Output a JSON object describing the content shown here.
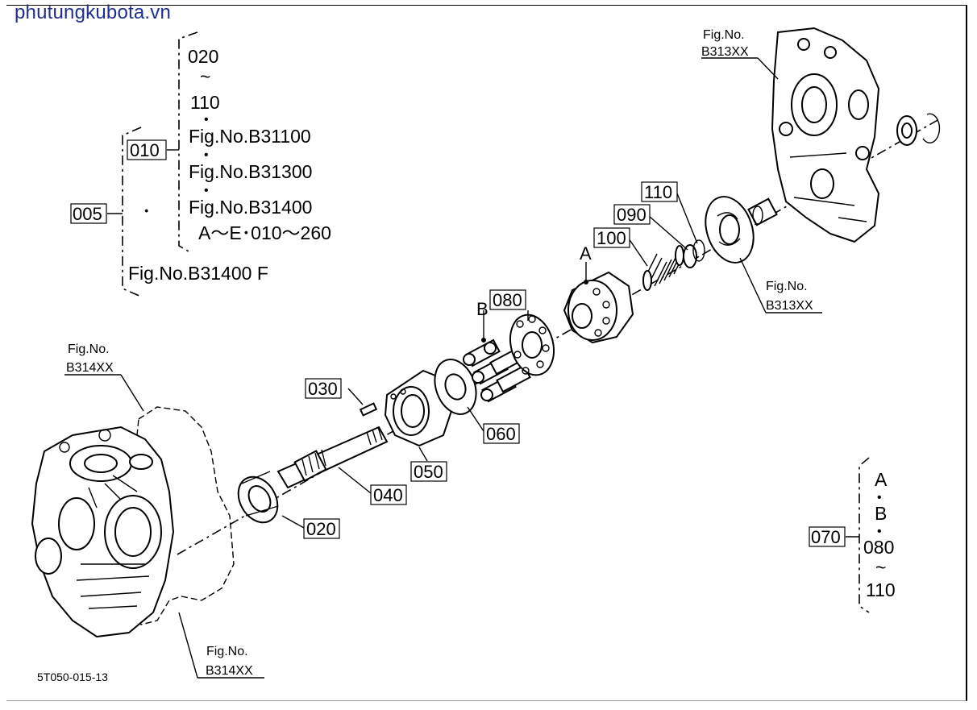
{
  "watermark": "phutungkubota.vn",
  "code": "5T050-015-13",
  "callouts": {
    "c005": "005",
    "c010": "010",
    "c020": "020",
    "c030": "030",
    "c040": "040",
    "c050": "050",
    "c060": "060",
    "c070": "070",
    "c080": "080",
    "c090": "090",
    "c100": "100",
    "c110": "110"
  },
  "bracket_010": {
    "range_from": "020",
    "tilde": "~",
    "range_to": "110",
    "dot": "•",
    "fig1": "Fig.No.B31100",
    "fig2": "Fig.No.B31300",
    "fig3": "Fig.No.B31400",
    "range2": "A～E･010～260"
  },
  "bracket_005": {
    "dot": "･",
    "fig": "Fig.No.B31400  F"
  },
  "bracket_070": {
    "a": "A",
    "b": "B",
    "from": "080",
    "tilde": "~",
    "to": "110",
    "dot": "•"
  },
  "fig_refs": {
    "top_right_no": "Fig.No.",
    "top_right_code": "B313XX",
    "mid_right_no": "Fig.No.",
    "mid_right_code": "B313XX",
    "left_top_no": "Fig.No.",
    "left_top_code": "B314XX",
    "left_bottom_no": "Fig.No.",
    "left_bottom_code": "B314XX"
  },
  "letters": {
    "a": "A",
    "b": "B"
  }
}
